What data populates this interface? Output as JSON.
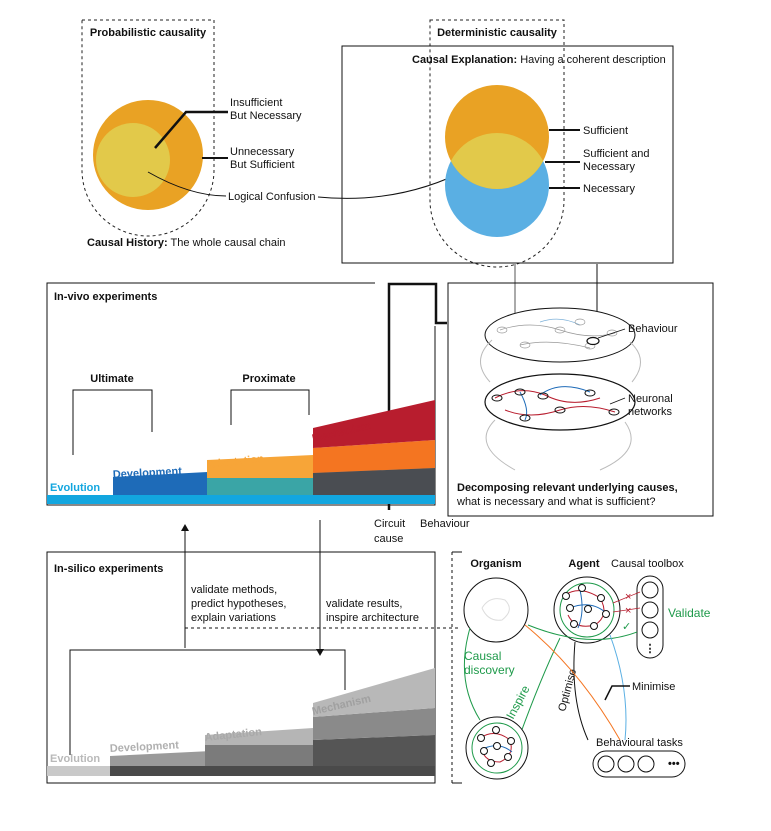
{
  "colors": {
    "orange": "#e9a224",
    "yellow": "#e2c94a",
    "blue": "#5aafe3",
    "red": "#b81d2e",
    "bright_orange": "#f47521",
    "light_orange": "#f7a538",
    "teal": "#3aa5a6",
    "dark_blue": "#1e6bb8",
    "cyan": "#12a6df",
    "green": "#1e9a4a",
    "grey_dark": "#4a4d52"
  },
  "probabilistic": {
    "title": "Probabilistic causality",
    "label_insufficient_1": "Insufficient",
    "label_insufficient_2": "But Necessary",
    "label_unnecessary_1": "Unnecessary",
    "label_unnecessary_2": "But Sufficient",
    "logical_confusion": "Logical Confusion"
  },
  "causal_history": {
    "bold": "Causal History:",
    "rest": " The whole causal chain"
  },
  "deterministic": {
    "title": "Deterministic causality",
    "expl_bold": "Causal Explanation:",
    "expl_rest": " Having a coherent description",
    "sufficient": "Sufficient",
    "suff_nec_1": "Sufficient and",
    "suff_nec_2": "Necessary",
    "necessary": "Necessary"
  },
  "invivo": {
    "title": "In-vivo experiments",
    "ultimate": "Ultimate",
    "proximate": "Proximate",
    "evolution": "Evolution",
    "development": "Development",
    "adaptation": "Adaptation",
    "mechanism": "Mechanism"
  },
  "network": {
    "behaviour": "Behaviour",
    "neuronal_1": "Neuronal",
    "neuronal_2": "networks",
    "decomp_bold": "Decomposing relevant underlying causes,",
    "decomp_rest": "what is necessary and what is sufficient?"
  },
  "circuit": {
    "line1": "Circuit",
    "line2": "cause",
    "behaviour": "Behaviour"
  },
  "insilico": {
    "title": "In-silico experiments",
    "up_1": "validate methods,",
    "up_2": "predict hypotheses,",
    "up_3": "explain variations",
    "down_1": "validate results,",
    "down_2": "inspire architecture",
    "evolution": "Evolution",
    "development": "Development",
    "adaptation": "Adaptation",
    "mechanism": "Mechanism"
  },
  "agent_panel": {
    "organism": "Organism",
    "agent": "Agent",
    "toolbox": "Causal toolbox",
    "validate": "Validate",
    "causal_1": "Causal",
    "causal_2": "discovery",
    "optimise": "Optimise",
    "minimise": "Minimise",
    "inspire": "Inspire",
    "tasks": "Behavioural tasks",
    "dots": "•••",
    "vdots": "⋮",
    "cross": "×",
    "check": "✓"
  }
}
